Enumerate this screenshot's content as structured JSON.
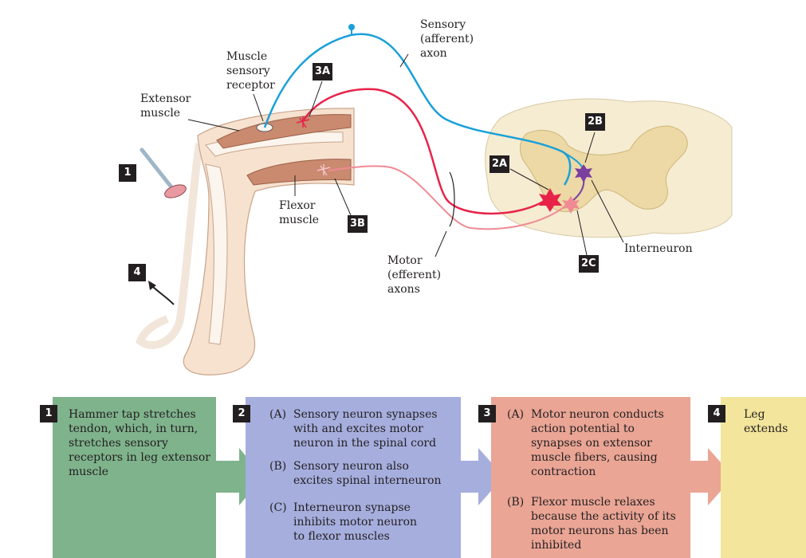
{
  "colors": {
    "sensory": "#1aa0d8",
    "motor_extensor": "#e8234a",
    "motor_flexor": "#f08a93",
    "interneuron": "#7b3fa0",
    "spinal_cord": "#f5ecd2",
    "grey_matter": "#ecd9a6",
    "skin": "#f6e2cf",
    "muscle": "#c98a70",
    "box1": "#7fb38c",
    "box2": "#a6aede",
    "box3": "#eaa595",
    "box4": "#f3e59c"
  },
  "labels": {
    "sensory_axon": "Sensory\n(afferent)\naxon",
    "muscle_receptor": "Muscle\nsensory\nreceptor",
    "extensor": "Extensor\nmuscle",
    "flexor": "Flexor\nmuscle",
    "motor_axons": "Motor\n(efferent)\naxons",
    "interneuron": "Interneuron"
  },
  "badges": {
    "b1": "1",
    "b2a": "2A",
    "b2b": "2B",
    "b2c": "2C",
    "b3a": "3A",
    "b3b": "3B",
    "b4": "4"
  },
  "steps": [
    {
      "num": "1",
      "text": "Hammer tap stretches\ntendon, which, in turn,\nstretches sensory\nreceptors in leg extensor\nmuscle"
    },
    {
      "num": "2",
      "items": [
        {
          "key": "(A)",
          "text": "Sensory neuron synapses\nwith and excites motor\nneuron in the spinal cord"
        },
        {
          "key": "(B)",
          "text": "Sensory neuron also\nexcites spinal interneuron"
        },
        {
          "key": "(C)",
          "text": "Interneuron synapse\ninhibits motor neuron\nto flexor muscles"
        }
      ]
    },
    {
      "num": "3",
      "items": [
        {
          "key": "(A)",
          "text": "Motor neuron conducts\naction potential to\nsynapses on extensor\nmuscle fibers, causing\ncontraction"
        },
        {
          "key": "(B)",
          "text": "Flexor muscle relaxes\nbecause the activity of its\nmotor neurons has been\ninhibited"
        }
      ]
    },
    {
      "num": "4",
      "text": "Leg\nextends"
    }
  ]
}
